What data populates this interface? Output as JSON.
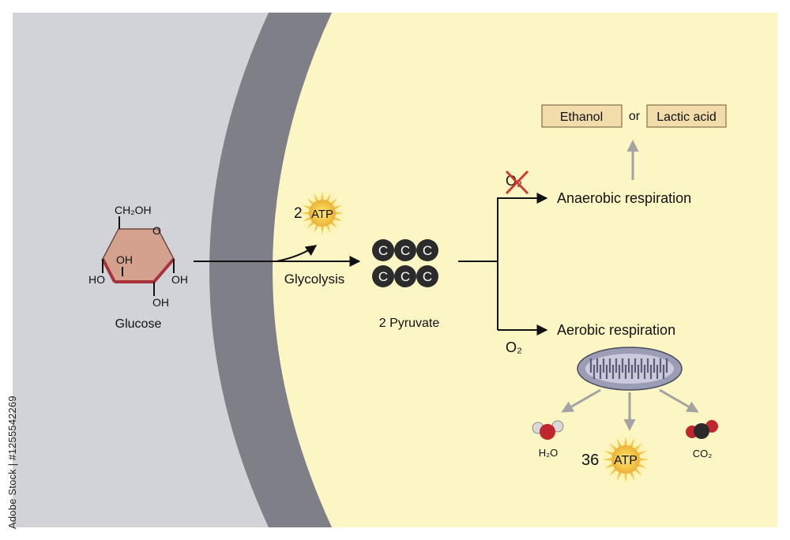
{
  "glucose": {
    "label": "Glucose",
    "ch2oh": "CH₂OH",
    "ring_o": "O",
    "oh_inner": "OH",
    "ho_left": "HO",
    "oh_right": "OH",
    "oh_bottom": "OH"
  },
  "glycolysis": {
    "label": "Glycolysis",
    "atp_count": "2",
    "atp_label": "ATP"
  },
  "pyruvate": {
    "label": "2 Pyruvate",
    "carbon_letter": "C"
  },
  "anaerobic": {
    "label": "Anaerobic respiration",
    "o2_label": "O₂",
    "product_1": "Ethanol",
    "or_text": "or",
    "product_2": "Lactic acid"
  },
  "aerobic": {
    "label": "Aerobic respiration",
    "o2_label": "O₂",
    "water_label": "H₂O",
    "co2_label": "CO₂",
    "atp_count": "36",
    "atp_label": "ATP"
  },
  "watermark": {
    "side_text": "Adobe Stock | #1255542269"
  },
  "colors": {
    "outside_gray": "#d2d3d8",
    "membrane": "#7f7f87",
    "cytoplasm": "#fbf6c4",
    "ring_fill": "#d4a18e",
    "ring_bottom_edge": "#a8323a",
    "product_box": "#f2dcaa",
    "mitochondria": "#9b9cb6",
    "atp_sun": "#f5c84a",
    "cross": "#d23a30"
  }
}
